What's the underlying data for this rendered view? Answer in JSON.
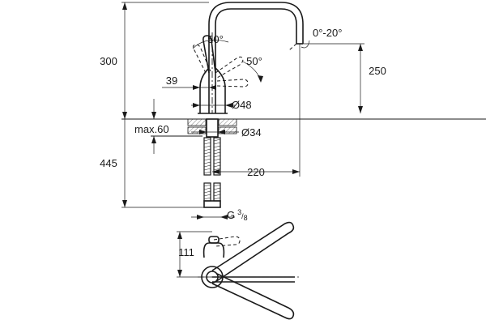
{
  "dimensions": {
    "total_height": "300",
    "spout_height": "250",
    "below_counter": "445",
    "reach": "220",
    "body_diameter": "Ø48",
    "hole_diameter": "Ø34",
    "max_thickness": "max.60",
    "lever_offset": "39",
    "lever_angle_side": "50°",
    "lever_angle_front": "50°",
    "spout_tilt": "0°-20°",
    "thread_prefix": "G",
    "thread_num": "3",
    "thread_den": "8",
    "plan_depth": "111"
  },
  "colors": {
    "line": "#1a1a1a",
    "background": "#ffffff"
  }
}
